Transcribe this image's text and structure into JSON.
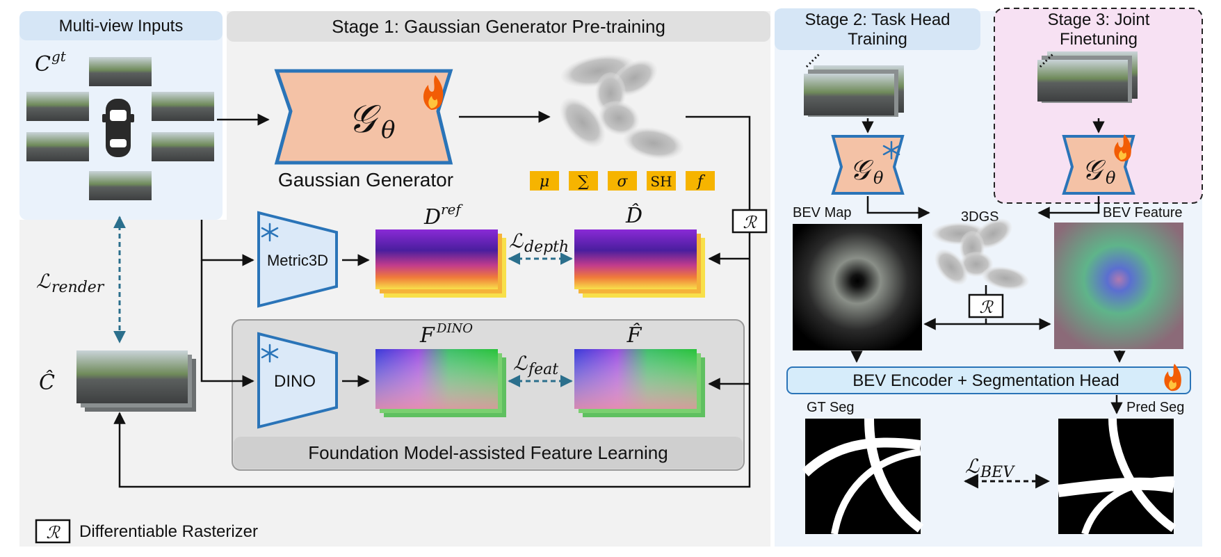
{
  "panels": {
    "multiview_title": "Multi-view Inputs",
    "stage1_title": "Stage 1: Gaussian Generator Pre-training",
    "stage2_title_line1": "Stage 2: Task Head",
    "stage2_title_line2": "Training",
    "stage3_title_line1": "Stage 3: Joint",
    "stage3_title_line2": "Finetuning",
    "foundation_label": "Foundation Model-assisted Feature Learning"
  },
  "labels": {
    "c_gt_base": "C",
    "c_gt_sup": "gt",
    "c_hat": "Ĉ",
    "generator_symbol": "𝒢",
    "generator_sub": "θ",
    "gaussian_generator": "Gaussian Generator",
    "metric3d": "Metric3D",
    "dino": "DINO",
    "d_ref_base": "D",
    "d_ref_sup": "ref",
    "d_hat": "D̂",
    "f_dino_base": "F",
    "f_dino_sup": "DINO",
    "f_hat": "F̂",
    "l_symbol": "ℒ",
    "l_render_sub": "render",
    "l_depth_sub": "depth",
    "l_feat_sub": "feat",
    "l_bev_sub": "BEV",
    "rasterizer_symbol": "ℛ",
    "rasterizer_legend": "Differentiable Rasterizer",
    "bev_map": "BEV Map",
    "bev_feature": "BEV Feature",
    "three_dgs": "3DGS",
    "bev_head": "BEV Encoder + Segmentation Head",
    "gt_seg": "GT Seg",
    "pred_seg": "Pred Seg"
  },
  "gaussian_params": [
    "μ",
    "∑",
    "σ",
    "SH",
    "f"
  ],
  "icons": [
    "car-icon",
    "flame-icon",
    "snowflake-icon"
  ],
  "colors": {
    "generator_fill": "#f4c2a6",
    "encoder_fill": "#dbe9f8",
    "accent_blue": "#2a74b8",
    "param_fill": "#f6b400",
    "panel_gray": "#f2f2f2",
    "stage3_pink": "#f7e1f3",
    "dashed_teal": "#2b6f8c"
  }
}
